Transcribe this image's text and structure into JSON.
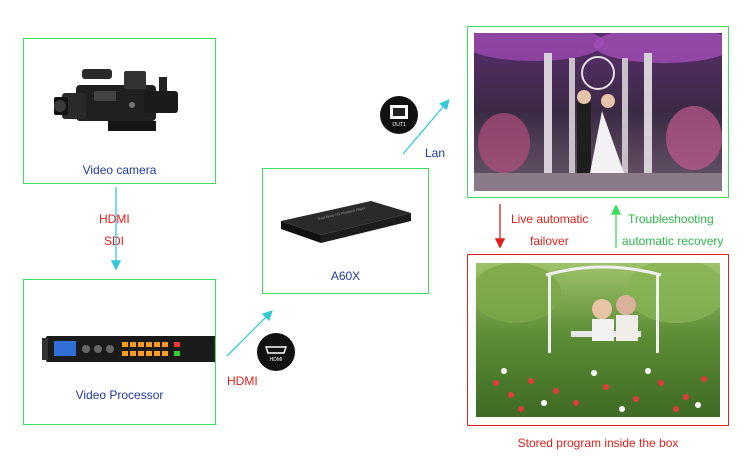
{
  "nodes": {
    "camera": {
      "label": "Video camera"
    },
    "processor": {
      "label": "Video Processor"
    },
    "player": {
      "label": "A60X",
      "device_text": "Dual Mode HD Playback Player"
    },
    "live_screen": {},
    "stored_screen": {
      "label": "Stored program inside the box"
    }
  },
  "edges": {
    "camera_to_processor": {
      "line1": "HDMI",
      "line2": "SDI"
    },
    "processor_to_player": {
      "label": "HDMI",
      "port_text": "HDMI"
    },
    "player_to_screen": {
      "label": "Lan",
      "port_text": "OUT1"
    },
    "failover": {
      "line1": "Live automatic",
      "line2": "failover"
    },
    "recovery": {
      "line1": "Troubleshooting",
      "line2": "automatic recovery"
    }
  },
  "colors": {
    "green_border": "#3ddc5a",
    "red_border": "#e0201b",
    "arrow_cyan": "#35c9d8",
    "label_blue": "#1f3a9e",
    "label_red": "#e0201b",
    "label_green": "#2db84a"
  }
}
